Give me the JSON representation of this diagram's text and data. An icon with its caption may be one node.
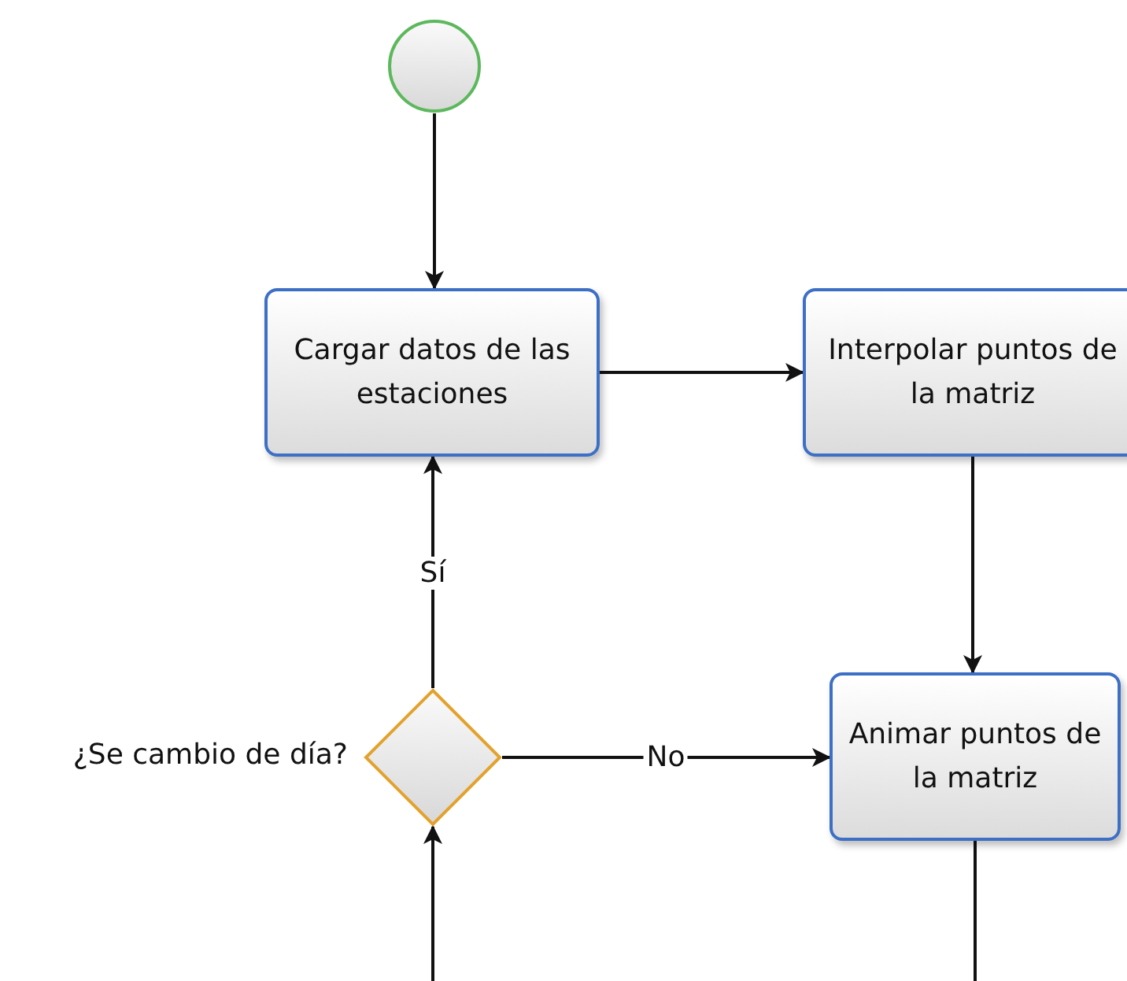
{
  "diagram": {
    "nodes": [
      {
        "text": [],
        "shape": "circle"
      },
      {
        "text": [
          "Cargar datos de las estaciones"
        ]
      },
      {
        "text": [
          "Interpolar puntos de la matriz"
        ]
      },
      {
        "text": [],
        "shape": "diamond",
        "beside": [
          "¿Se cambio de día?"
        ]
      },
      {
        "text": [
          "Animar puntos de la matriz"
        ]
      }
    ],
    "edges": [
      {
        "from": 0,
        "to": 1,
        "arrow": "to"
      },
      {
        "from": 1,
        "to": 2,
        "arrow": "to"
      },
      {
        "from": 2,
        "to": 4,
        "arrow": "to"
      },
      {
        "from": 3,
        "to": 1,
        "arrow": "to",
        "label": "Sí"
      },
      {
        "from": 3,
        "to": 4,
        "arrow": "to",
        "label": "No"
      },
      {
        "from": null,
        "to": 3,
        "arrow": "to"
      },
      {
        "from": 4,
        "to": null,
        "arrow": "none"
      }
    ]
  }
}
